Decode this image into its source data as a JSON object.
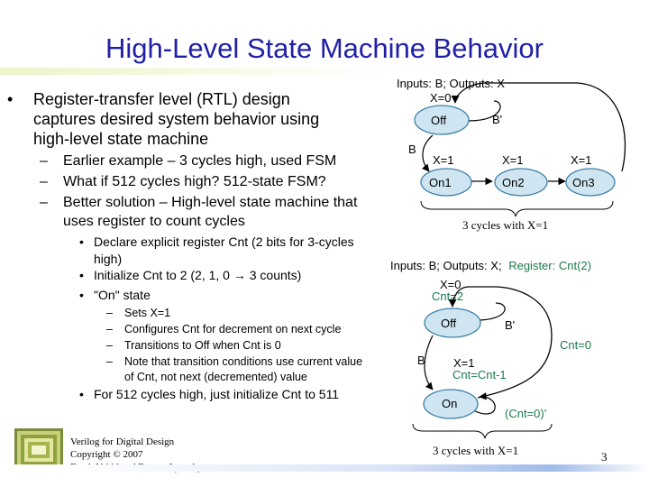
{
  "title": "High-Level State Machine Behavior",
  "bullets": {
    "b1": "Register-transfer level (RTL) design captures desired system behavior using high-level state machine",
    "b1_sub": [
      "Earlier example – 3 cycles high, used FSM",
      "What if 512 cycles high? 512-state FSM?",
      "Better solution – High-level state machine that uses register to count cycles"
    ],
    "b2": [
      "Declare explicit register Cnt (2 bits for 3-cycles high)",
      "Initialize Cnt to 2 (2, 1, 0 → 3 counts)",
      "\"On\" state"
    ],
    "b3": [
      "Sets X=1",
      "Configures Cnt for decrement on next cycle",
      "Transitions to Off when Cnt is 0",
      "Note that transition conditions use current value of Cnt, not next (decremented) value"
    ],
    "b4": "For 512 cycles high, just initialize Cnt to 511"
  },
  "fsm_top": {
    "io": "Inputs: B; Outputs: X",
    "off_action": "X=0",
    "states": [
      "Off",
      "On1",
      "On2",
      "On3"
    ],
    "actions": [
      "X=1",
      "X=1",
      "X=1"
    ],
    "edge_b": "B",
    "edge_bprime": "B'",
    "caption": "3 cycles with X=1"
  },
  "fsm_bottom": {
    "io_prefix": "Inputs: B; Outputs: X;",
    "io_register": "Register: Cnt(2)",
    "off_actions": [
      "X=0",
      "Cnt=2"
    ],
    "states": [
      "Off",
      "On"
    ],
    "on_actions": [
      "X=1",
      "Cnt=Cnt-1"
    ],
    "edge_b": "B",
    "edge_bprime": "B'",
    "edge_cnt0": "Cnt=0",
    "edge_cnt0_not": "(Cnt=0)'",
    "caption": "3 cycles with X=1"
  },
  "footer": {
    "lines": [
      "Verilog for Digital Design",
      "Copyright © 2007",
      "Frank Vahid and Roman Lysecky"
    ],
    "logo": "book-cover-logo-icon"
  },
  "page_number": "3",
  "colors": {
    "title": "#1f1fa8",
    "state_fill": "#cfe6f2",
    "state_stroke": "#3c7fa6",
    "register_text": "#1a7a4a"
  }
}
